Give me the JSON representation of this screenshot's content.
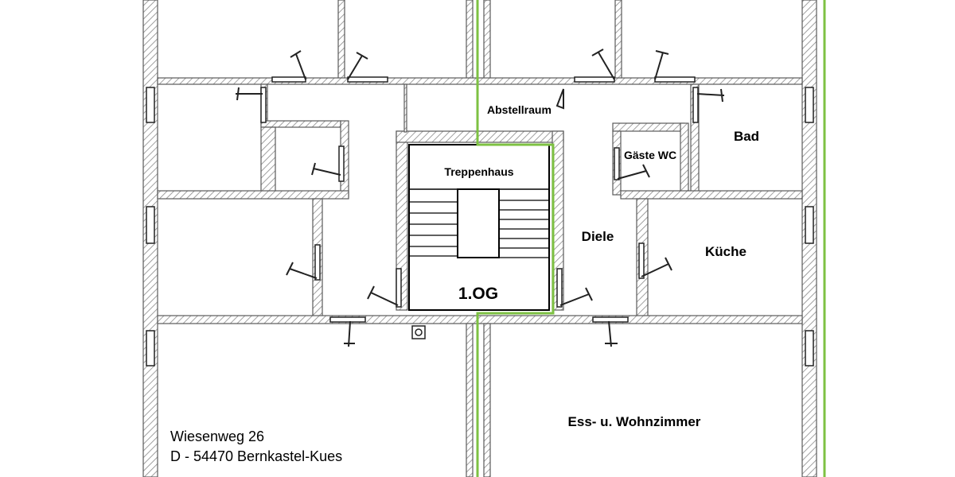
{
  "floor_label": "1.OG",
  "rooms": {
    "staircase": "Treppenhaus",
    "storage": "Abstellraum",
    "guest_wc": "Gäste WC",
    "bathroom": "Bad",
    "hallway": "Diele",
    "kitchen": "Küche",
    "living_dining": "Ess- u. Wohnzimmer"
  },
  "address": {
    "street": "Wiesenweg 26",
    "city": "D - 54470 Bernkastel-Kues"
  },
  "colors": {
    "wall_outline": "#5a5a5a",
    "hatch": "#8a8a8a",
    "apartment_boundary": "#7dc142",
    "background": "#ffffff"
  }
}
